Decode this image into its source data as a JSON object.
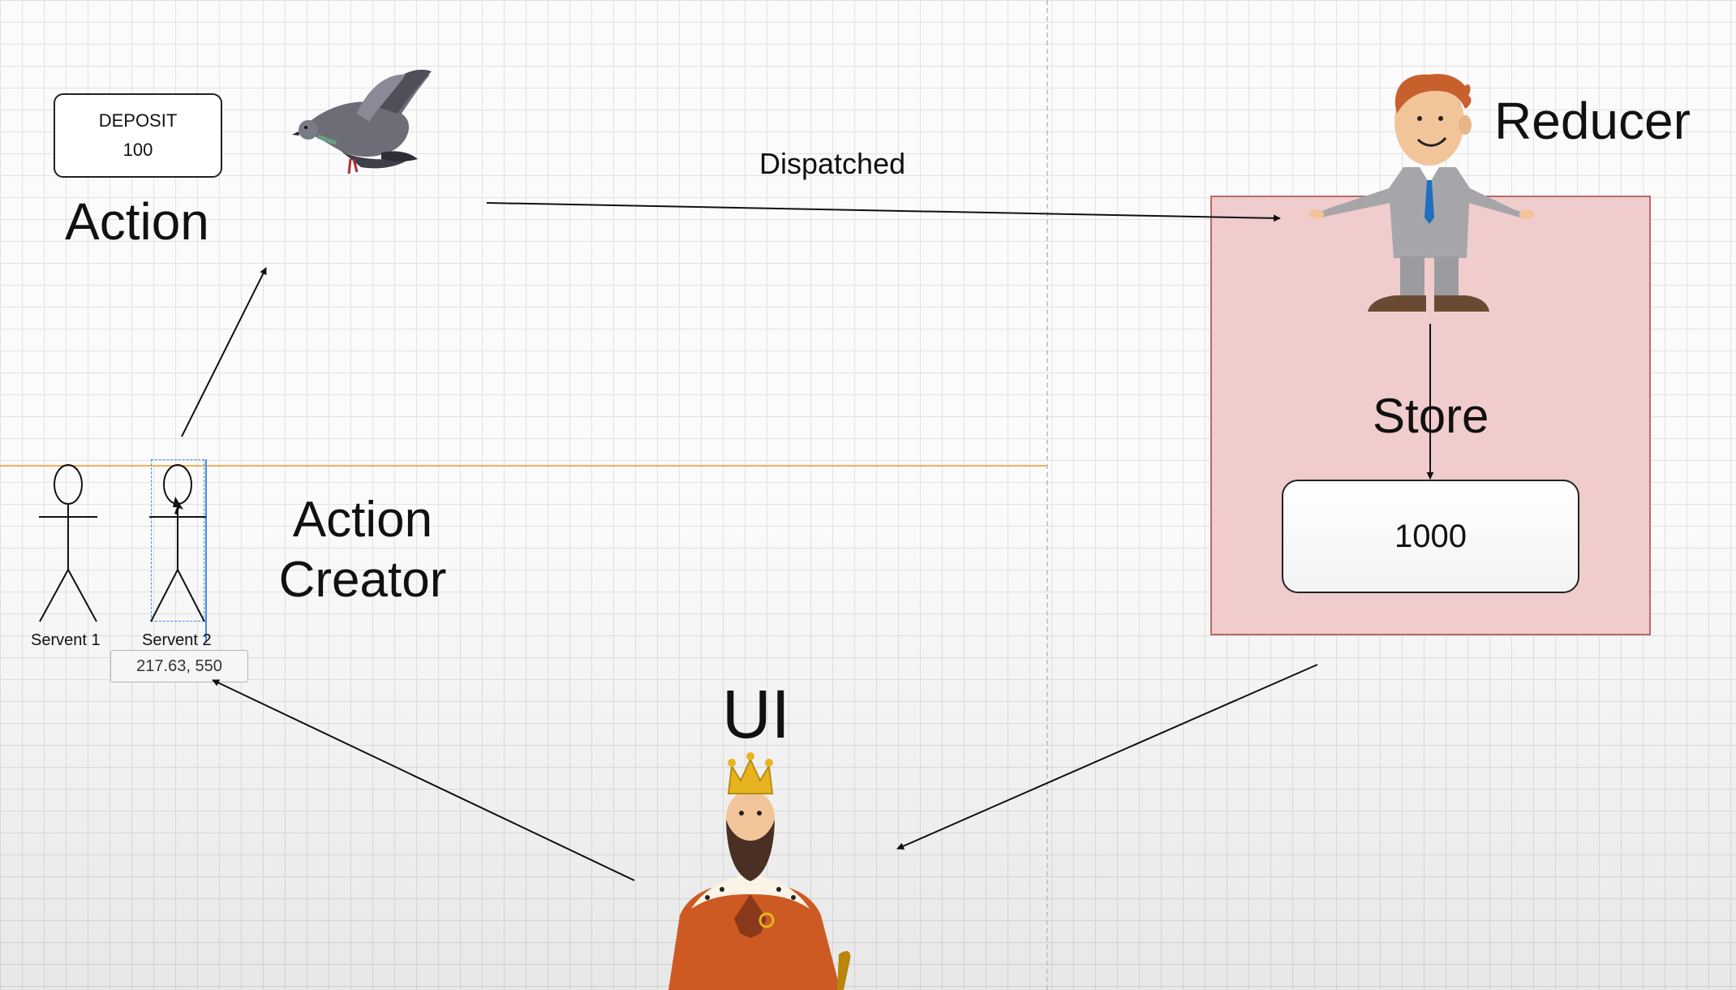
{
  "action_card": {
    "type": "DEPOSIT",
    "amount": "100"
  },
  "labels": {
    "action": "Action",
    "dispatched": "Dispatched",
    "reducer": "Reducer",
    "action_creator_line1": "Action",
    "action_creator_line2": "Creator",
    "store": "Store",
    "ui": "UI",
    "servent1": "Servent 1",
    "servent2": "Servent 2"
  },
  "store_value": "1000",
  "coordinate_readout": "217.63, 550",
  "colors": {
    "store_fill": "#f0cccc",
    "store_border": "#b86a6a",
    "guide_orange": "#f0b060",
    "selection_blue": "#3a8ee6"
  },
  "icons": [
    "pigeon-icon",
    "businessman-icon",
    "king-icon",
    "stick-figure-icon"
  ]
}
